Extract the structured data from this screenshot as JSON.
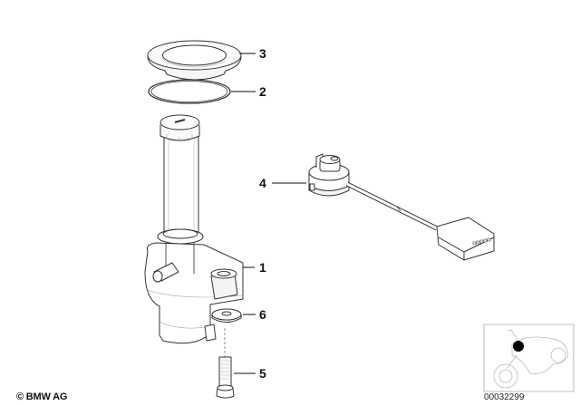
{
  "diagram": {
    "callouts": [
      {
        "number": "1",
        "part": "housing"
      },
      {
        "number": "2",
        "part": "o-ring"
      },
      {
        "number": "3",
        "part": "cover-ring"
      },
      {
        "number": "4",
        "part": "ignition-switch-with-cable"
      },
      {
        "number": "5",
        "part": "bolt"
      },
      {
        "number": "6",
        "part": "washer"
      }
    ],
    "copyright": "© BMW AG",
    "diagram_id": "00032299"
  },
  "colors": {
    "line": "#333333",
    "fill": "#ffffff",
    "shade": "#f2f2f2",
    "marker": "#000000"
  }
}
